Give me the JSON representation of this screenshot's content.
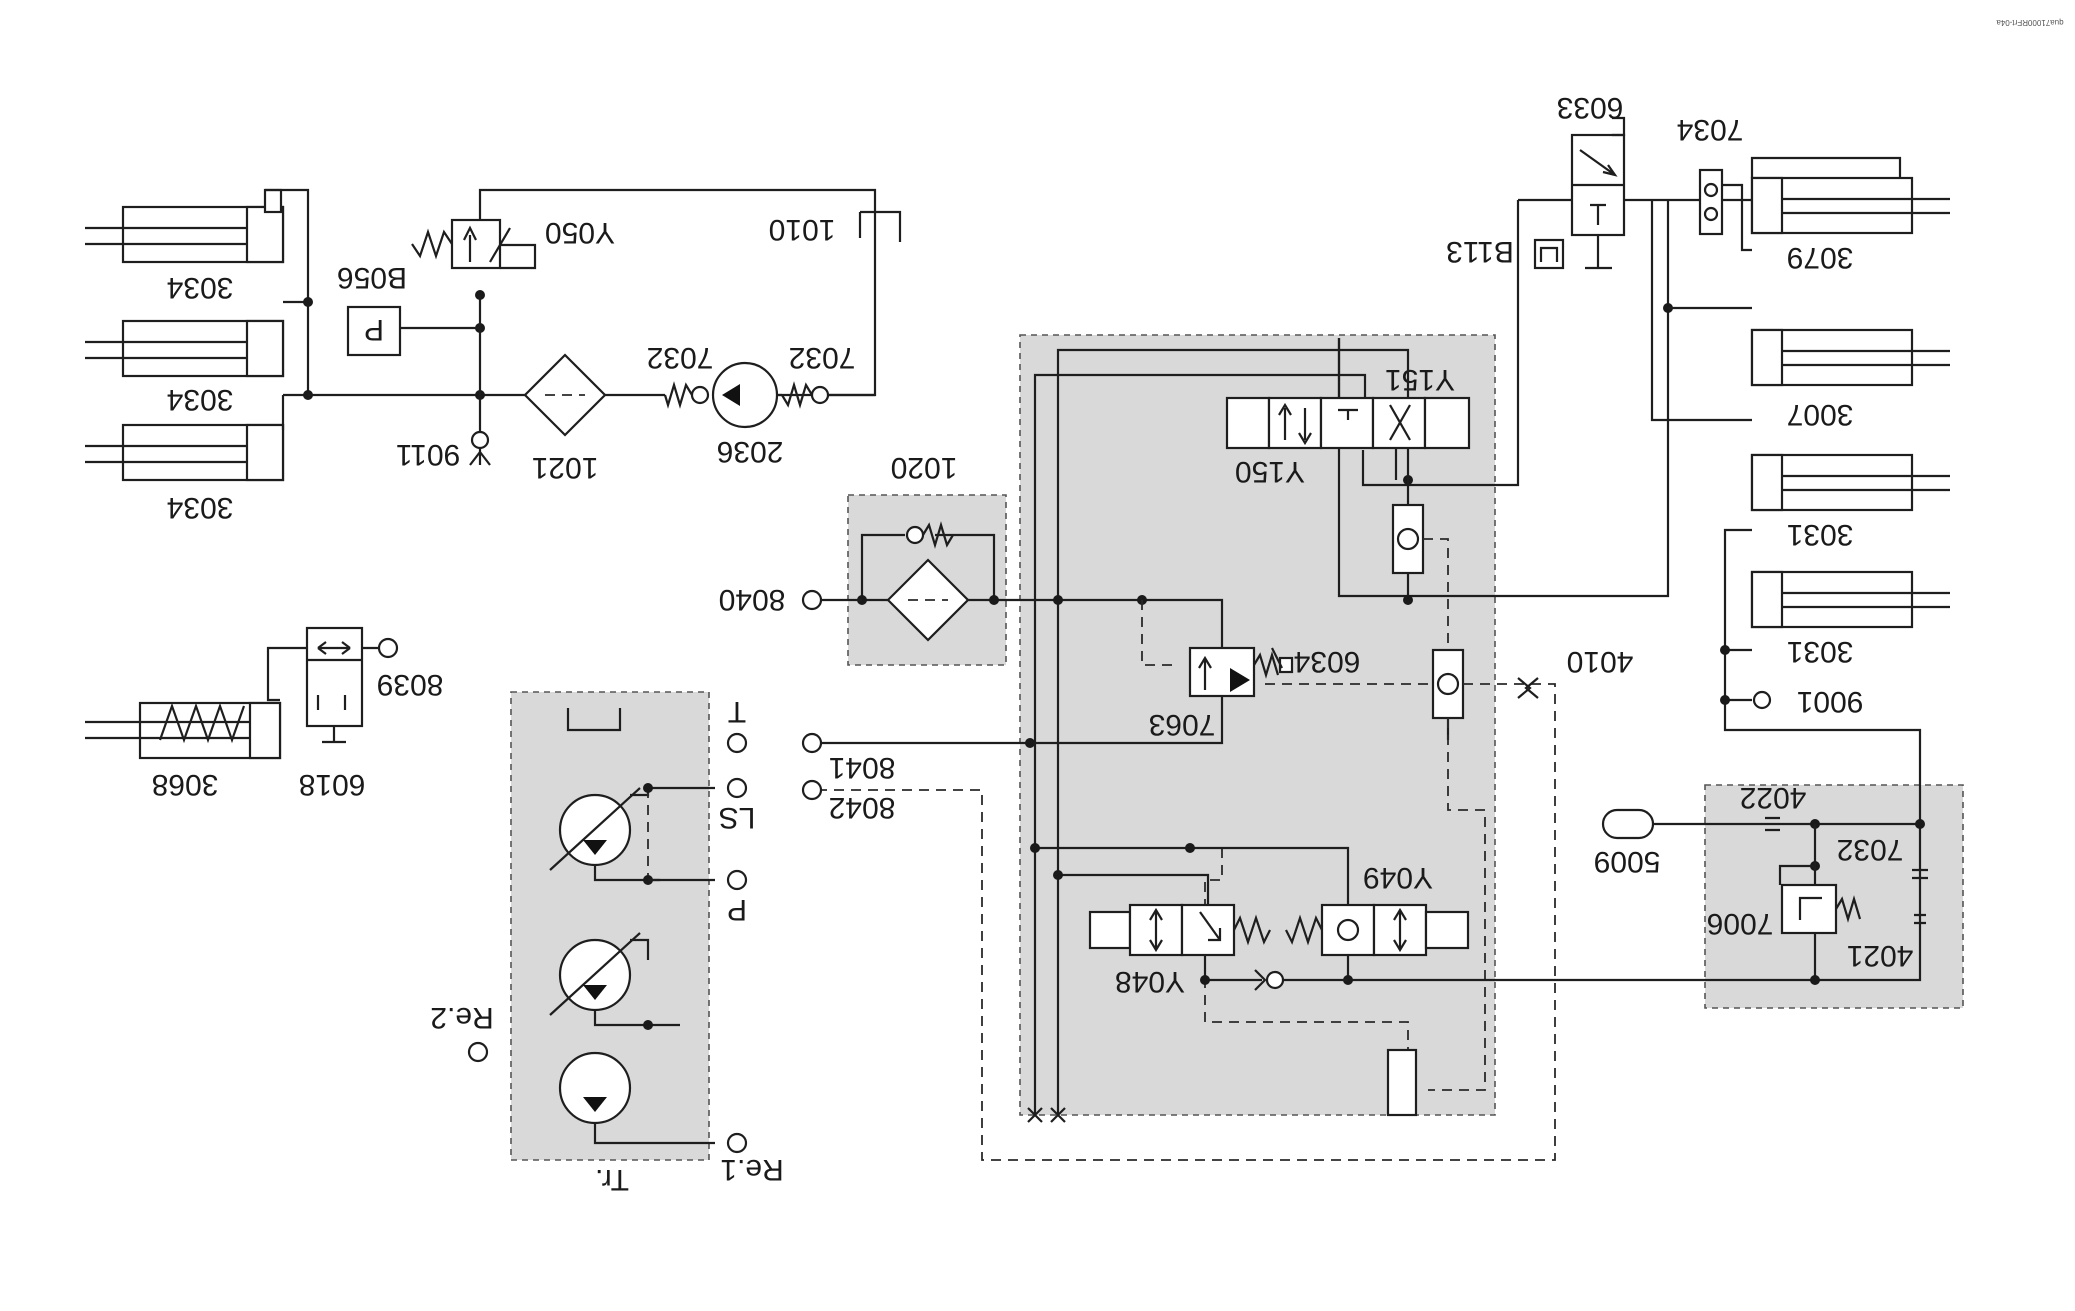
{
  "diagram": {
    "corner_note": "qua71000RFrt-04a",
    "labels": {
      "c3034a": "3034",
      "c3034b": "3034",
      "c3034c": "3034",
      "b056": "B056",
      "y050": "Y050",
      "p1010": "1010",
      "v7032a": "7032",
      "v7032b": "7032",
      "check9011": "9011",
      "filter1021": "1021",
      "pump2036": "2036",
      "v6033": "6033",
      "v7034": "7034",
      "b113": "B113",
      "c3079": "3079",
      "c3007": "3007",
      "c3031a": "3031",
      "c3031b": "3031",
      "check9001": "9001",
      "y151": "Y151",
      "y150": "Y150",
      "f1020": "1020",
      "p8040": "8040",
      "v6034": "6034",
      "v7063": "7063",
      "o4010": "4010",
      "p8041": "8041",
      "p8042": "8042",
      "port_t": "T",
      "port_ls": "LS",
      "port_p": "P",
      "port_re2": "Re.2",
      "port_re1": "Re.1",
      "tr": "Tr.",
      "y049": "Y049",
      "y048": "Y048",
      "o4022": "4022",
      "acc5009": "5009",
      "v7032c": "7032",
      "v7006": "7006",
      "o4021": "4021",
      "c3068": "3068",
      "v6018": "6018",
      "p8039": "8039",
      "pressure_switch": "P"
    }
  }
}
